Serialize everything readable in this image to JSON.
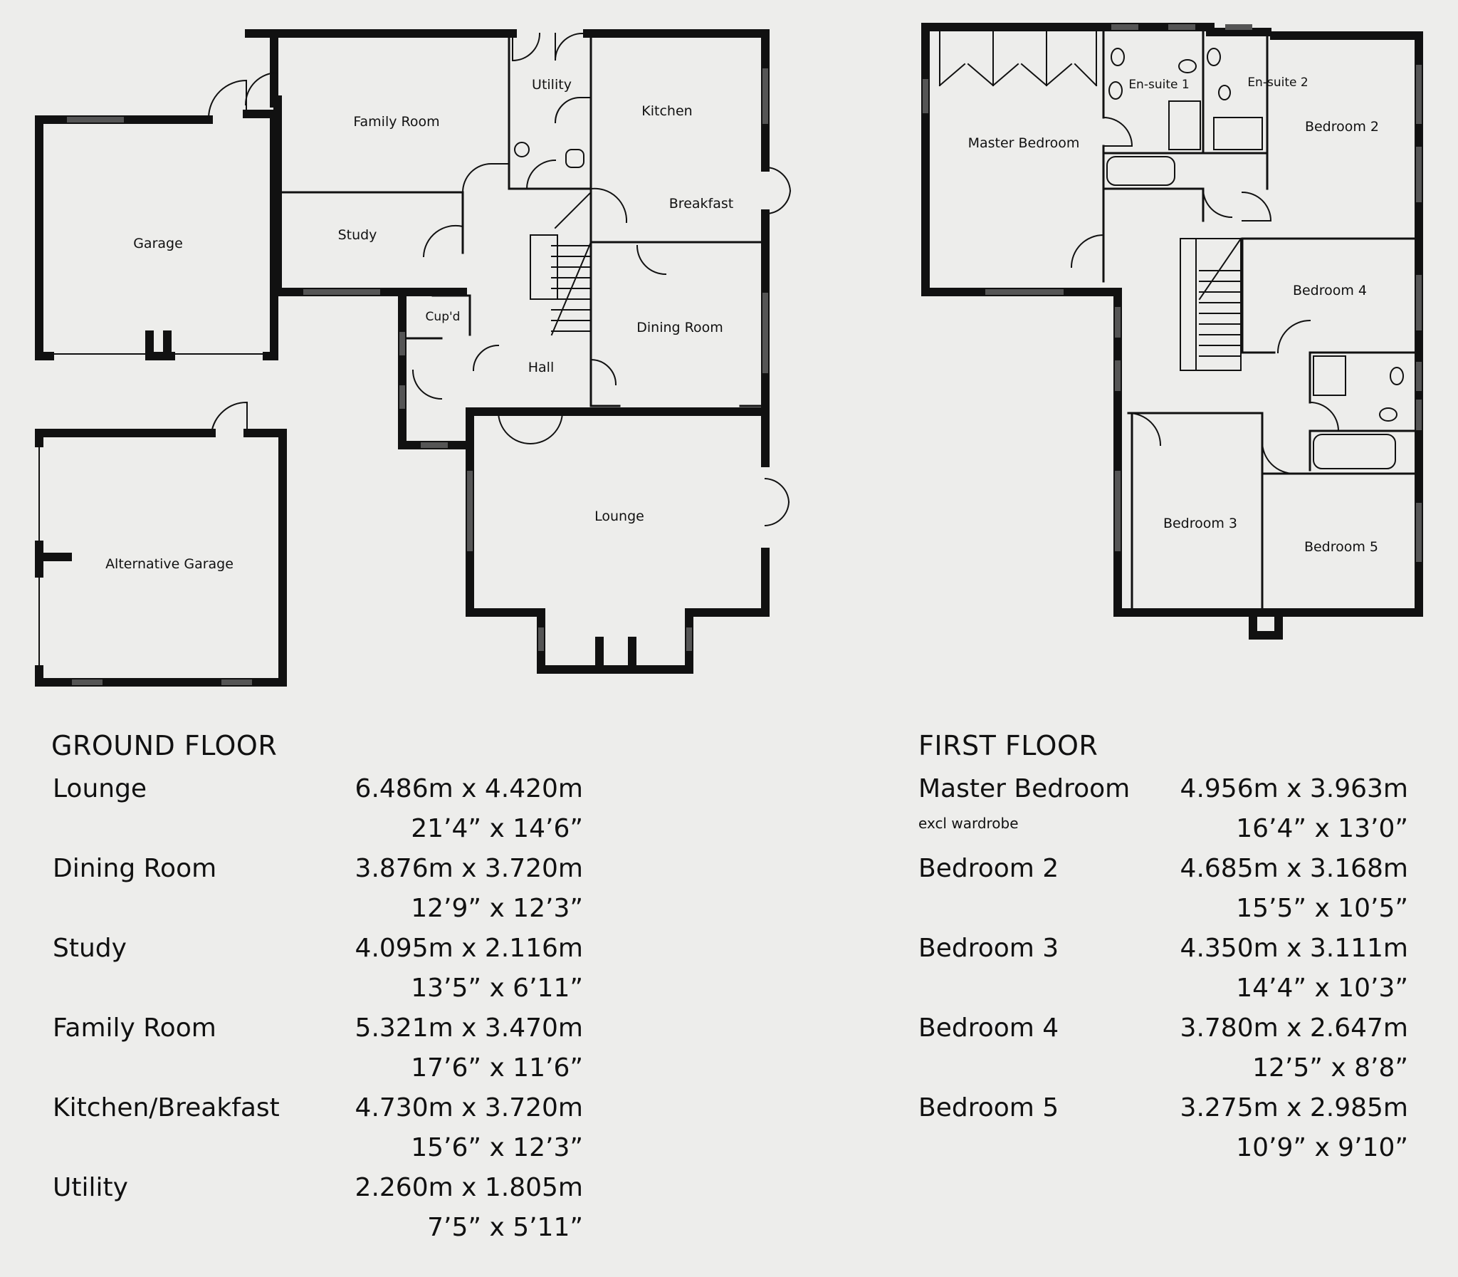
{
  "rooms": {
    "garage": "Garage",
    "alt_garage": "Alternative Garage",
    "family_room": "Family Room",
    "study": "Study",
    "utility": "Utility",
    "kitchen": "Kitchen",
    "breakfast": "Breakfast",
    "dining_room": "Dining Room",
    "hall": "Hall",
    "cupd": "Cup'd",
    "lounge": "Lounge",
    "master_bedroom": "Master Bedroom",
    "ensuite1": "En-suite 1",
    "ensuite2": "En-suite 2",
    "bedroom2": "Bedroom 2",
    "bedroom3": "Bedroom 3",
    "bedroom4": "Bedroom 4",
    "bedroom5": "Bedroom 5"
  },
  "ground_floor": {
    "title": "GROUND FLOOR",
    "rows": [
      {
        "name": "Lounge",
        "metric": "6.486m x 4.420m",
        "imperial": "21’4” x 14’6”"
      },
      {
        "name": "Dining Room",
        "metric": "3.876m x 3.720m",
        "imperial": "12’9” x 12’3”"
      },
      {
        "name": "Study",
        "metric": "4.095m x 2.116m",
        "imperial": "13’5” x 6’11”"
      },
      {
        "name": "Family Room",
        "metric": "5.321m x 3.470m",
        "imperial": "17’6” x 11’6”"
      },
      {
        "name": "Kitchen/Breakfast",
        "metric": "4.730m x 3.720m",
        "imperial": "15’6” x 12’3”"
      },
      {
        "name": "Utility",
        "metric": "2.260m x 1.805m",
        "imperial": "7’5” x 5’11”"
      }
    ]
  },
  "first_floor": {
    "title": "FIRST FLOOR",
    "rows": [
      {
        "name": "Master Bedroom",
        "note": "excl wardrobe",
        "metric": "4.956m x 3.963m",
        "imperial": "16’4” x 13’0”"
      },
      {
        "name": "Bedroom 2",
        "metric": "4.685m x 3.168m",
        "imperial": "15’5” x 10’5”"
      },
      {
        "name": "Bedroom 3",
        "metric": "4.350m x 3.111m",
        "imperial": "14’4” x 10’3”"
      },
      {
        "name": "Bedroom 4",
        "metric": "3.780m x 2.647m",
        "imperial": "12’5” x 8’8”"
      },
      {
        "name": "Bedroom 5",
        "metric": "3.275m x 2.985m",
        "imperial": "10’9” x 9’10”"
      }
    ]
  }
}
